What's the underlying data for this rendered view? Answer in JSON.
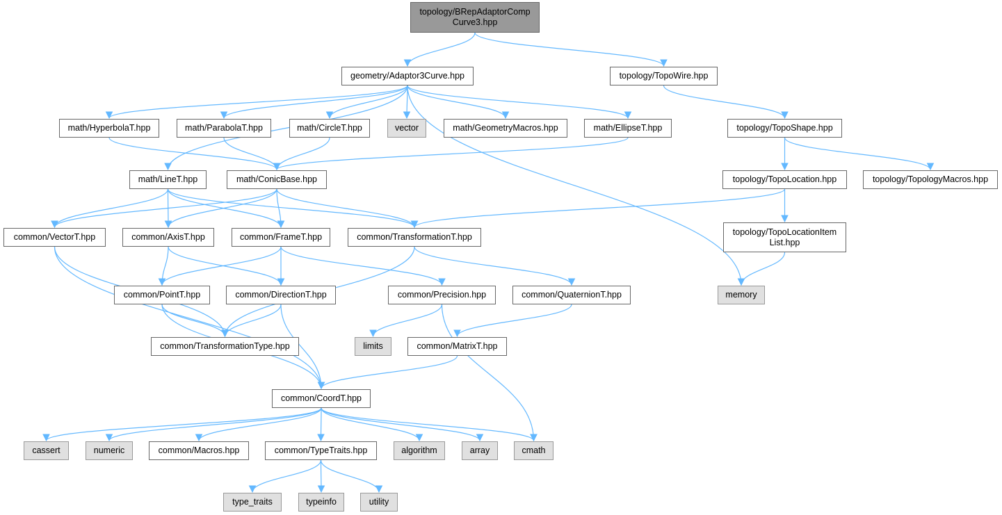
{
  "diagram": {
    "type": "include-dependency-graph",
    "colors": {
      "edge": "#63b8ff",
      "node_border": "#666666",
      "system_fill": "#e0e0e0",
      "root_fill": "#999999"
    },
    "nodes": [
      {
        "id": "root",
        "label": "topology/BRepAdaptorComp\nCurve3.hpp",
        "kind": "root"
      },
      {
        "id": "adaptor3curve",
        "label": "geometry/Adaptor3Curve.hpp",
        "kind": "file"
      },
      {
        "id": "topowire",
        "label": "topology/TopoWire.hpp",
        "kind": "file"
      },
      {
        "id": "hyperbola",
        "label": "math/HyperbolaT.hpp",
        "kind": "file"
      },
      {
        "id": "parabola",
        "label": "math/ParabolaT.hpp",
        "kind": "file"
      },
      {
        "id": "circle",
        "label": "math/CircleT.hpp",
        "kind": "file"
      },
      {
        "id": "vector",
        "label": "vector",
        "kind": "system"
      },
      {
        "id": "geommacros",
        "label": "math/GeometryMacros.hpp",
        "kind": "file"
      },
      {
        "id": "ellipse",
        "label": "math/EllipseT.hpp",
        "kind": "file"
      },
      {
        "id": "toposhape",
        "label": "topology/TopoShape.hpp",
        "kind": "file"
      },
      {
        "id": "line",
        "label": "math/LineT.hpp",
        "kind": "file"
      },
      {
        "id": "conicbase",
        "label": "math/ConicBase.hpp",
        "kind": "file"
      },
      {
        "id": "topolocation",
        "label": "topology/TopoLocation.hpp",
        "kind": "file"
      },
      {
        "id": "topomacros",
        "label": "topology/TopologyMacros.hpp",
        "kind": "file"
      },
      {
        "id": "vectort",
        "label": "common/VectorT.hpp",
        "kind": "file"
      },
      {
        "id": "axist",
        "label": "common/AxisT.hpp",
        "kind": "file"
      },
      {
        "id": "framet",
        "label": "common/FrameT.hpp",
        "kind": "file"
      },
      {
        "id": "transformationt",
        "label": "common/TransformationT.hpp",
        "kind": "file"
      },
      {
        "id": "topolocitemlist",
        "label": "topology/TopoLocationItem\nList.hpp",
        "kind": "file"
      },
      {
        "id": "pointt",
        "label": "common/PointT.hpp",
        "kind": "file"
      },
      {
        "id": "directiont",
        "label": "common/DirectionT.hpp",
        "kind": "file"
      },
      {
        "id": "precision",
        "label": "common/Precision.hpp",
        "kind": "file"
      },
      {
        "id": "quaterniont",
        "label": "common/QuaternionT.hpp",
        "kind": "file"
      },
      {
        "id": "memory",
        "label": "memory",
        "kind": "system"
      },
      {
        "id": "transtype",
        "label": "common/TransformationType.hpp",
        "kind": "file"
      },
      {
        "id": "limits",
        "label": "limits",
        "kind": "system"
      },
      {
        "id": "matrixt",
        "label": "common/MatrixT.hpp",
        "kind": "file"
      },
      {
        "id": "coordt",
        "label": "common/CoordT.hpp",
        "kind": "file"
      },
      {
        "id": "cassert",
        "label": "cassert",
        "kind": "system"
      },
      {
        "id": "numeric",
        "label": "numeric",
        "kind": "system"
      },
      {
        "id": "macros",
        "label": "common/Macros.hpp",
        "kind": "file"
      },
      {
        "id": "typetraitshpp",
        "label": "common/TypeTraits.hpp",
        "kind": "file"
      },
      {
        "id": "algorithm",
        "label": "algorithm",
        "kind": "system"
      },
      {
        "id": "array",
        "label": "array",
        "kind": "system"
      },
      {
        "id": "cmath",
        "label": "cmath",
        "kind": "system"
      },
      {
        "id": "type_traits",
        "label": "type_traits",
        "kind": "system"
      },
      {
        "id": "typeinfo",
        "label": "typeinfo",
        "kind": "system"
      },
      {
        "id": "utility",
        "label": "utility",
        "kind": "system"
      }
    ],
    "edges": [
      [
        "root",
        "adaptor3curve"
      ],
      [
        "root",
        "topowire"
      ],
      [
        "adaptor3curve",
        "hyperbola"
      ],
      [
        "adaptor3curve",
        "parabola"
      ],
      [
        "adaptor3curve",
        "circle"
      ],
      [
        "adaptor3curve",
        "vector"
      ],
      [
        "adaptor3curve",
        "geommacros"
      ],
      [
        "adaptor3curve",
        "ellipse"
      ],
      [
        "adaptor3curve",
        "line"
      ],
      [
        "adaptor3curve",
        "memory"
      ],
      [
        "topowire",
        "toposhape"
      ],
      [
        "hyperbola",
        "conicbase"
      ],
      [
        "parabola",
        "conicbase"
      ],
      [
        "circle",
        "conicbase"
      ],
      [
        "ellipse",
        "conicbase"
      ],
      [
        "toposhape",
        "topolocation"
      ],
      [
        "toposhape",
        "topomacros"
      ],
      [
        "line",
        "vectort"
      ],
      [
        "line",
        "axist"
      ],
      [
        "line",
        "framet"
      ],
      [
        "line",
        "transformationt"
      ],
      [
        "conicbase",
        "vectort"
      ],
      [
        "conicbase",
        "axist"
      ],
      [
        "conicbase",
        "framet"
      ],
      [
        "conicbase",
        "transformationt"
      ],
      [
        "topolocation",
        "transformationt"
      ],
      [
        "topolocation",
        "topolocitemlist"
      ],
      [
        "topolocitemlist",
        "memory"
      ],
      [
        "vectort",
        "transtype"
      ],
      [
        "vectort",
        "coordt"
      ],
      [
        "axist",
        "pointt"
      ],
      [
        "axist",
        "directiont"
      ],
      [
        "framet",
        "pointt"
      ],
      [
        "framet",
        "directiont"
      ],
      [
        "framet",
        "precision"
      ],
      [
        "transformationt",
        "quaterniont"
      ],
      [
        "transformationt",
        "transtype"
      ],
      [
        "pointt",
        "transtype"
      ],
      [
        "pointt",
        "coordt"
      ],
      [
        "directiont",
        "transtype"
      ],
      [
        "directiont",
        "coordt"
      ],
      [
        "precision",
        "limits"
      ],
      [
        "precision",
        "cmath"
      ],
      [
        "quaterniont",
        "matrixt"
      ],
      [
        "matrixt",
        "coordt"
      ],
      [
        "coordt",
        "cassert"
      ],
      [
        "coordt",
        "numeric"
      ],
      [
        "coordt",
        "macros"
      ],
      [
        "coordt",
        "typetraitshpp"
      ],
      [
        "coordt",
        "algorithm"
      ],
      [
        "coordt",
        "array"
      ],
      [
        "coordt",
        "cmath"
      ],
      [
        "typetraitshpp",
        "type_traits"
      ],
      [
        "typetraitshpp",
        "typeinfo"
      ],
      [
        "typetraitshpp",
        "utility"
      ]
    ]
  }
}
